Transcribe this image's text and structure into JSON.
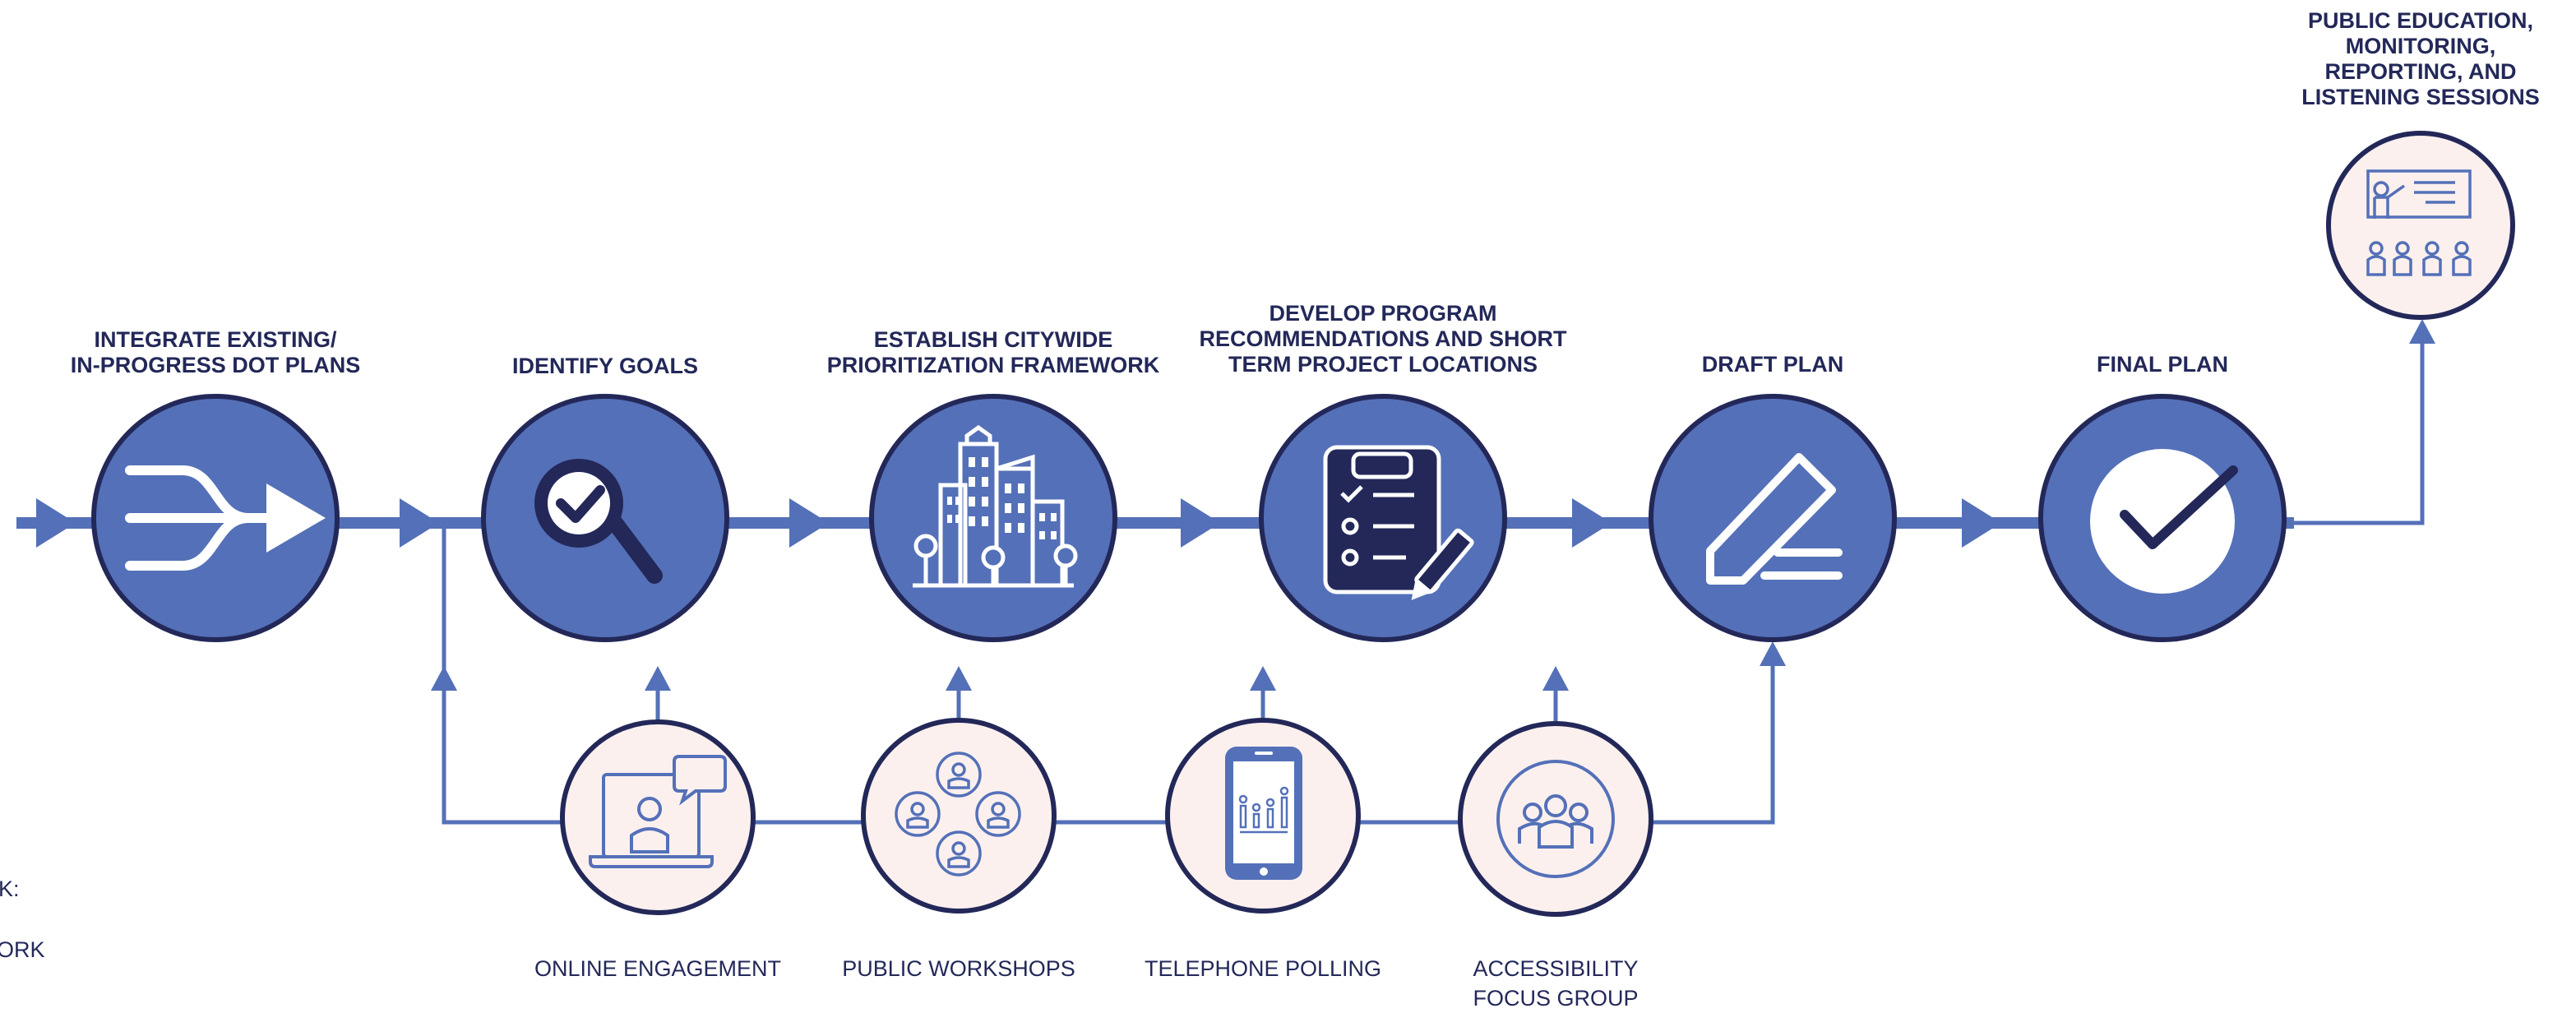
{
  "stages": [
    {
      "label": "INTEGRATE EXISTING/\nIN-PROGRESS DOT PLANS",
      "icon": "merge-arrow-icon"
    },
    {
      "label": "IDENTIFY GOALS",
      "icon": "magnifier-check-icon"
    },
    {
      "label": "ESTABLISH CITYWIDE\nPRIORITIZATION FRAMEWORK",
      "icon": "city-buildings-icon"
    },
    {
      "label": "DEVELOP PROGRAM\nRECOMMENDATIONS AND SHORT\nTERM PROJECT LOCATIONS",
      "icon": "clipboard-checklist-icon"
    },
    {
      "label": "DRAFT PLAN",
      "icon": "pencil-edit-icon"
    },
    {
      "label": "FINAL PLAN",
      "icon": "checkmark-icon"
    }
  ],
  "final_step": {
    "label": "PUBLIC EDUCATION,\nMONITORING,\nREPORTING, AND\nLISTENING SESSIONS",
    "icon": "presentation-audience-icon"
  },
  "engagements": [
    {
      "label": "ONLINE ENGAGEMENT",
      "icon": "laptop-chat-icon"
    },
    {
      "label": "PUBLIC WORKSHOPS",
      "icon": "people-network-icon"
    },
    {
      "label": "TELEPHONE POLLING",
      "icon": "phone-poll-icon"
    },
    {
      "label": "ACCESSIBILITY\nFOCUS GROUP",
      "icon": "group-people-icon"
    }
  ],
  "cut_off_text": {
    "line1": "K:",
    "line2": "ORK"
  },
  "colors": {
    "primary": "#5470b8",
    "navy": "#232859",
    "line": "#5470b8",
    "pale_fill": "#fbf0ee",
    "white": "#ffffff"
  }
}
